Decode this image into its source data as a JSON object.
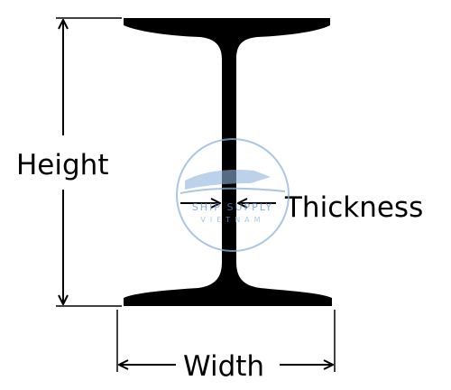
{
  "diagram": {
    "labels": {
      "height": "Height",
      "thickness": "Thickness",
      "width": "Width"
    },
    "watermark": {
      "line1": "SHIP SUPPLY",
      "line2": "VIETNAM"
    },
    "colors": {
      "beam": "#000000",
      "dimension_lines": "#000000",
      "watermark": "#8fb3dc"
    }
  }
}
